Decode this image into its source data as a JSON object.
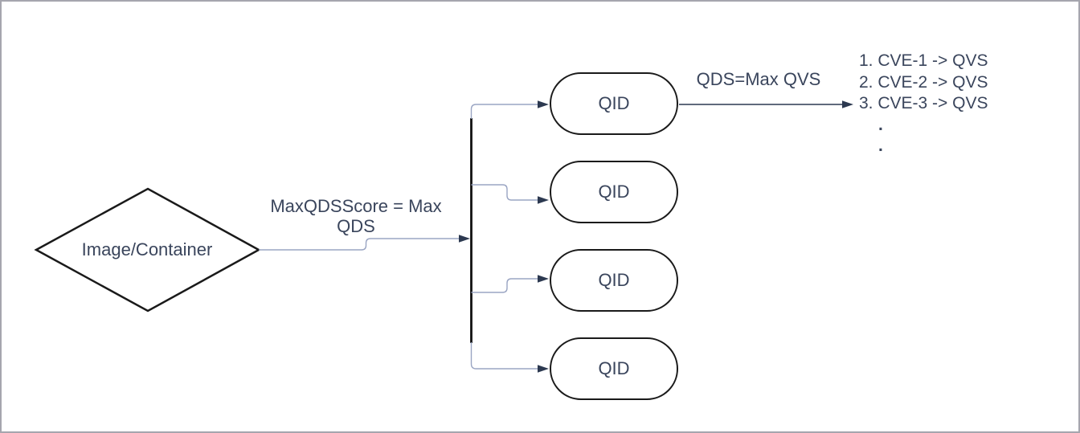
{
  "colors": {
    "canvas_background": "#ffffff",
    "canvas_border": "#a6a6ae",
    "shape_stroke": "#1a1a1a",
    "label_text": "#3a455c",
    "connector_light": "#9aa5c3",
    "connector_dark": "#2c3950"
  },
  "diamond": {
    "label": "Image/Container"
  },
  "edges": {
    "max_qds": {
      "line1": "MaxQDSScore = Max",
      "line2": "QDS"
    },
    "qds_max_qvs": {
      "label": "QDS=Max QVS"
    }
  },
  "qid_nodes": [
    {
      "label": "QID"
    },
    {
      "label": "QID"
    },
    {
      "label": "QID"
    },
    {
      "label": "QID"
    }
  ],
  "cve_list": {
    "items": [
      "1. CVE-1 -> QVS",
      "2. CVE-2 -> QVS",
      "3. CVE-3 -> QVS"
    ],
    "ellipsis": [
      ".",
      "."
    ]
  }
}
